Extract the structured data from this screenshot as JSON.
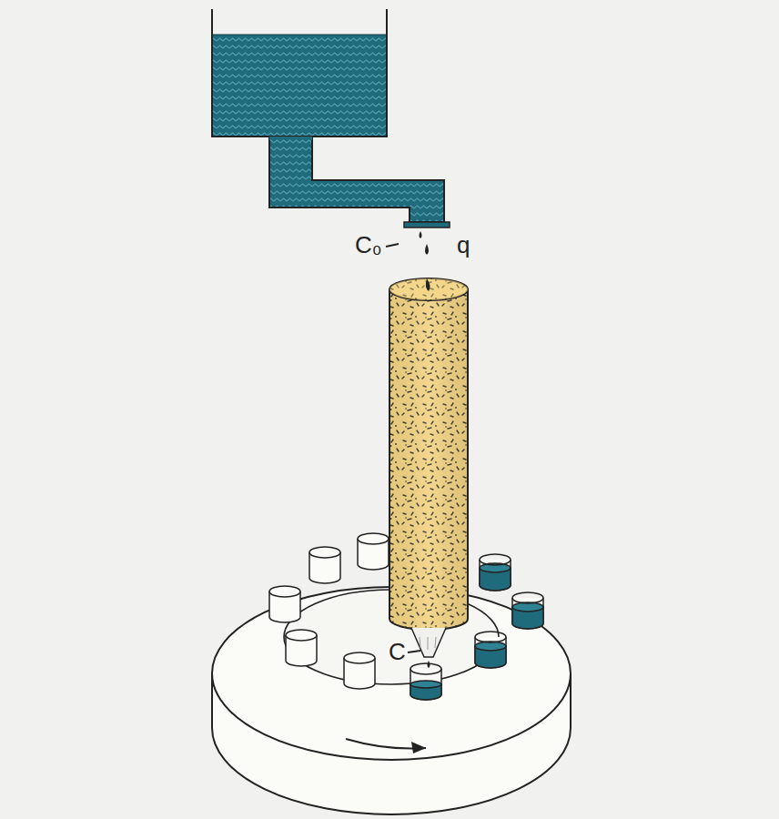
{
  "diagram": {
    "labels": [
      "C₀",
      "q",
      "C"
    ]
  }
}
